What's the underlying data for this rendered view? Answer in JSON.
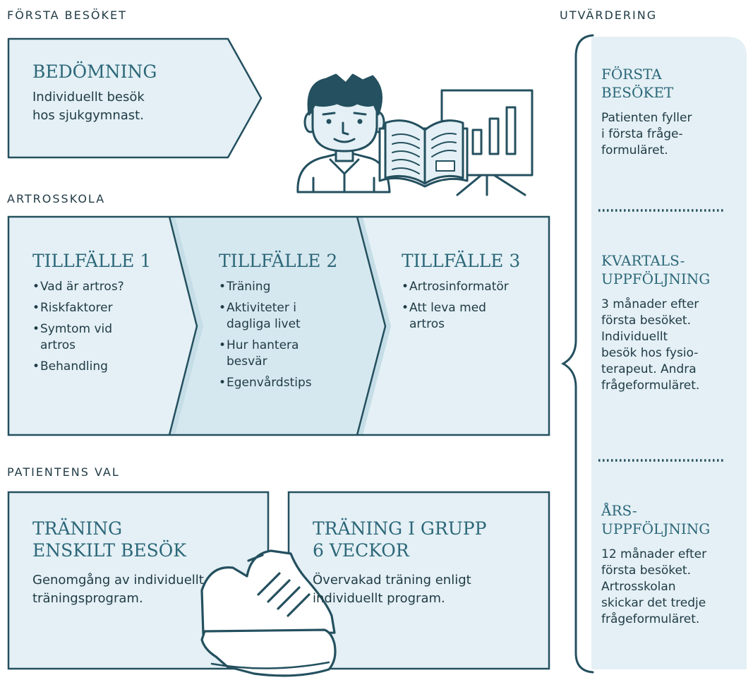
{
  "sections": {
    "first_visit": "FÖRSTA BESÖKET",
    "evaluation": "UTVÄRDERING",
    "school": "ARTROSSKOLA",
    "choice": "PATIENTENS VAL"
  },
  "assessment": {
    "title": "BEDÖMNING",
    "text": "Individuellt besök\nhos sjukgymnast."
  },
  "sessions": [
    {
      "title": "TILLFÄLLE 1",
      "items": [
        "Vad är artros?",
        "Riskfaktorer",
        "Symtom vid artros",
        "Behandling"
      ]
    },
    {
      "title": "TILLFÄLLE 2",
      "items": [
        "Träning",
        "Aktiviteter i dagliga livet",
        "Hur hantera besvär",
        "Egenvårdstips"
      ]
    },
    {
      "title": "TILLFÄLLE 3",
      "items": [
        "Artrosinformatör",
        "Att leva med artros"
      ]
    }
  ],
  "choices": [
    {
      "title": "TRÄNING\nENSKILT BESÖK",
      "text": "Genomgång av individuellt\nträningsprogram."
    },
    {
      "title": "TRÄNING I GRUPP\n6 VECKOR",
      "text": "Övervakad träning enligt\nindividuellt program."
    }
  ],
  "evaluation": [
    {
      "title": "FÖRSTA\nBESÖKET",
      "text": "Patienten fyller\ni första fråge-\nformuläret."
    },
    {
      "title": "KVARTALS-\nUPPFÖLJNING",
      "text": "3 månader efter\nförsta besöket.\nIndividuellt\nbesök hos fysio-\nterapeut. Andra\nfrågeformuläret."
    },
    {
      "title": "ÅRS-\nUPPFÖLJNING",
      "text": "12 månader efter\nförsta besöket.\nArtrosskolan\nskickar det tredje\nfrågeformuläret."
    }
  ],
  "colors": {
    "panel_fill": "#e4f0f5",
    "panel_fill_dark": "#d6e8ef",
    "stroke": "#24505f",
    "title": "#2c6779"
  },
  "icons": [
    "person-icon",
    "book-icon",
    "presentation-board-icon",
    "shoe-icon"
  ]
}
